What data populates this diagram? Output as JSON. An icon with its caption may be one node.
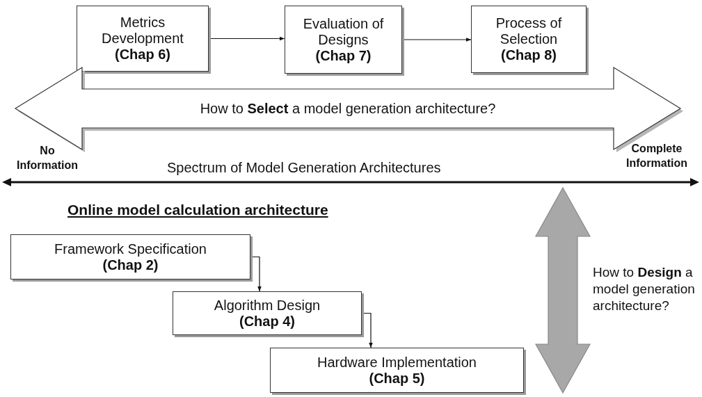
{
  "diagram": {
    "nodes": [
      {
        "text": [
          "Metrics Development",
          "(Chap 6)"
        ]
      },
      {
        "text": [
          "Evaluation of Designs",
          "(Chap 7)"
        ]
      },
      {
        "text": [
          "Process of Selection",
          "(Chap 8)"
        ]
      },
      {
        "text": [
          "How to **Select** a model generation architecture?"
        ]
      },
      {
        "text": [
          "Framework Specification",
          "(Chap 2)"
        ]
      },
      {
        "text": [
          "Algorithm Design",
          "(Chap 4)"
        ]
      },
      {
        "text": [
          "Hardware Implementation",
          "(Chap 5)"
        ]
      },
      {
        "text": [],
        "shape": "arrow",
        "beside": [
          "How to **Design** a model generation architecture?"
        ]
      }
    ],
    "edges": [
      {
        "from": 0,
        "to": 1,
        "arrow": "to"
      },
      {
        "from": 1,
        "to": 2,
        "arrow": "to"
      },
      {
        "from": 4,
        "to": 5,
        "arrow": "to"
      },
      {
        "from": 5,
        "to": 6,
        "arrow": "to"
      }
    ],
    "labels": [
      "No Information",
      "Complete Information",
      "Spectrum of Model Generation Architectures",
      "Online model calculation architecture"
    ]
  }
}
